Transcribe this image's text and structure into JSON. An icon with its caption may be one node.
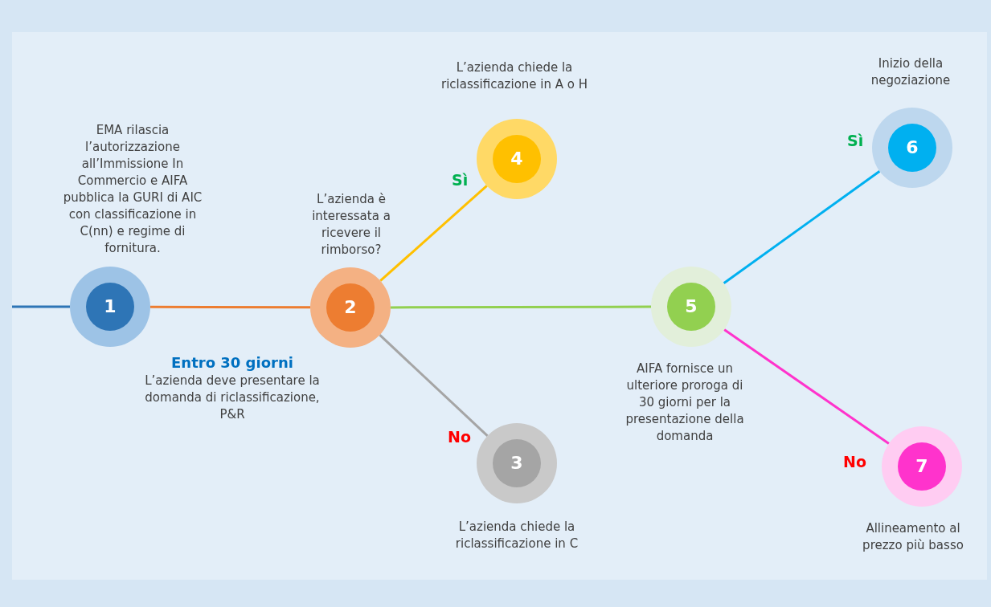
{
  "diagram": {
    "nodes": [
      {
        "text": [
          "1"
        ],
        "beside": [
          "EMA rilascia l’autorizzazione all’Immissione In Commercio e AIFA pubblica la GURI di AIC con classificazione in C(nn) e regime di fornitura."
        ]
      },
      {
        "text": [
          "2"
        ],
        "beside": [
          "L’azienda è interessata a ricevere il rimborso?"
        ]
      },
      {
        "text": [
          "4"
        ],
        "beside": [
          "L’azienda chiede la riclassificazione in A o H"
        ]
      },
      {
        "text": [
          "3"
        ],
        "beside": [
          "L’azienda chiede la riclassificazione in C"
        ]
      },
      {
        "text": [
          "5"
        ],
        "beside": [
          "AIFA fornisce un ulteriore proroga di 30 giorni per la presentazione della domanda"
        ]
      },
      {
        "text": [
          "6"
        ],
        "beside": [
          "Inizio della negoziazione"
        ]
      },
      {
        "text": [
          "7"
        ],
        "beside": [
          "Allineamento al prezzo più basso"
        ]
      }
    ],
    "edges": [
      {
        "from": null,
        "to": 0,
        "arrow": "none",
        "color": "#2e75b6"
      },
      {
        "from": 0,
        "to": 1,
        "arrow": "none",
        "color": "#ed7d31"
      },
      {
        "from": 1,
        "to": 2,
        "arrow": "none",
        "label": "Sì",
        "color": "#ffc000"
      },
      {
        "from": 1,
        "to": 3,
        "arrow": "none",
        "label": "No",
        "color": "#a5a5a5"
      },
      {
        "from": 1,
        "to": 4,
        "arrow": "none",
        "color": "#92d050"
      },
      {
        "from": 4,
        "to": 5,
        "arrow": "none",
        "label": "Sì",
        "color": "#00b0f0"
      },
      {
        "from": 4,
        "to": 6,
        "arrow": "none",
        "label": "No",
        "color": "#ff33cc"
      }
    ],
    "labels": [
      "Entro 30 giorni",
      "L’azienda deve presentare la domanda di riclassificazione, P&R"
    ]
  }
}
